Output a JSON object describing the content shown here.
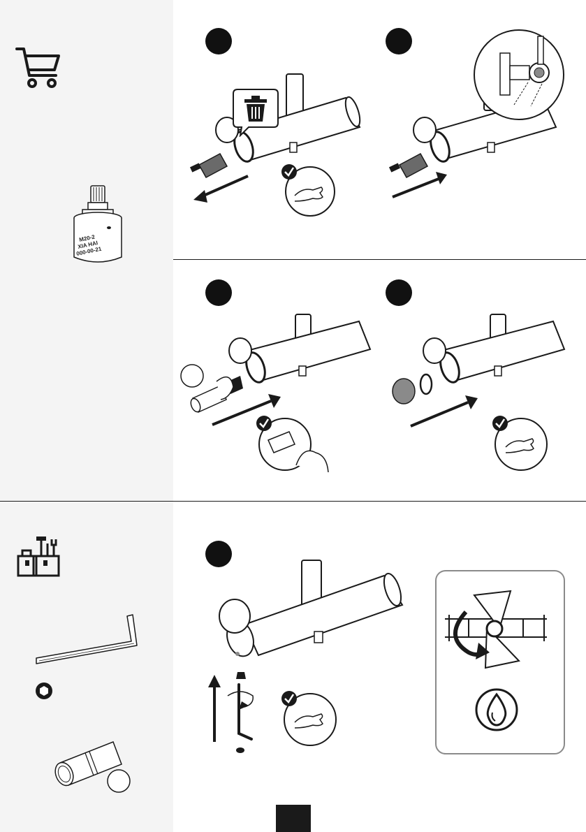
{
  "page": {
    "background": "#ffffff",
    "sidebar_color": "#f4f4f4",
    "ink_color": "#1a1a1a",
    "accent_gray": "#8a8a8a"
  },
  "parts_section": {
    "icon": "shopping-cart-icon",
    "cartridge_marking": {
      "line1": "M20-2",
      "line2": "XIA HAI",
      "line3": "000-00-21"
    }
  },
  "tools_section": {
    "icon": "toolbox-icon",
    "tools": [
      "hex-key-icon",
      "hex-socket-icon",
      "cartridge-tool-icon"
    ]
  },
  "steps": [
    {
      "id": "step-1",
      "icons": [
        "trash-icon",
        "hand-check-icon",
        "arrow-out-icon"
      ]
    },
    {
      "id": "step-2",
      "icons": [
        "zoom-detail-icon",
        "arrow-in-icon"
      ]
    },
    {
      "id": "step-3",
      "icons": [
        "tool-circle-icon",
        "rotate-icon",
        "arm-strength-icon",
        "arrow-in-icon"
      ]
    },
    {
      "id": "step-4",
      "icons": [
        "cap-icon",
        "o-ring-icon",
        "hand-check-icon",
        "arrow-in-icon"
      ]
    },
    {
      "id": "step-5",
      "icons": [
        "arrow-up-icon",
        "rotate-icon",
        "hex-key-icon",
        "hand-check-icon",
        "valve-open-icon",
        "water-drop-icon"
      ]
    }
  ]
}
